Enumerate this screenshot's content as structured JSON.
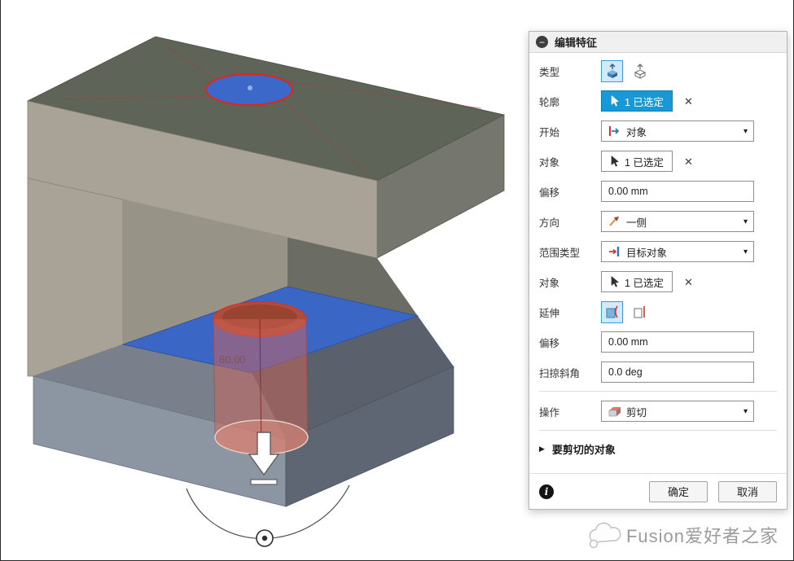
{
  "icons": {
    "clear": "✕",
    "caret": "▾",
    "disclosure": "▶",
    "info": "i",
    "collapse": "−"
  },
  "dialog": {
    "title": "编辑特征",
    "fields": {
      "type": {
        "label": "类型"
      },
      "profile": {
        "label": "轮廓",
        "value": "1 已选定"
      },
      "start": {
        "label": "开始",
        "value": "对象"
      },
      "start_object": {
        "label": "对象",
        "value": "1 已选定"
      },
      "start_offset": {
        "label": "偏移",
        "value": "0.00 mm"
      },
      "direction": {
        "label": "方向",
        "value": "一侧"
      },
      "extent_type": {
        "label": "范围类型",
        "value": "目标对象"
      },
      "extent_object": {
        "label": "对象",
        "value": "1 已选定"
      },
      "extend": {
        "label": "延伸"
      },
      "extend_offset": {
        "label": "偏移",
        "value": "0.00 mm"
      },
      "taper_angle": {
        "label": "扫掠斜角",
        "value": "0.0 deg"
      },
      "operation": {
        "label": "操作",
        "value": "剪切"
      },
      "objects_to_cut": {
        "label": "要剪切的对象"
      }
    },
    "footer": {
      "ok": "确定",
      "cancel": "取消"
    }
  },
  "viewport": {
    "dimension": "60.00"
  },
  "watermark": {
    "text": "Fusion爱好者之家"
  },
  "colors": {
    "accent_blue": "#1899d6",
    "selection_blue": "#3a66c6",
    "highlight_red": "#e02617"
  }
}
